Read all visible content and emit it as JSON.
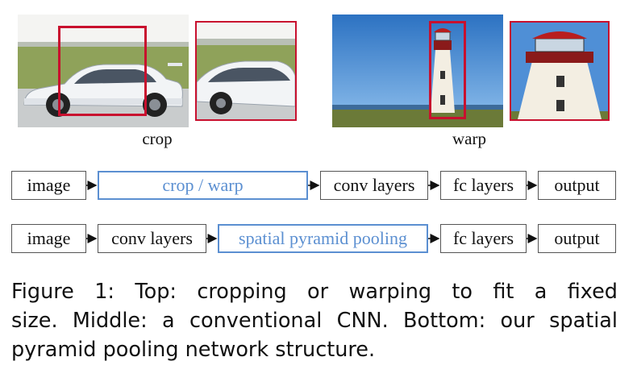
{
  "top": {
    "crop_label": "crop",
    "warp_label": "warp"
  },
  "pipeline_middle": {
    "image": "image",
    "crop_warp": "crop / warp",
    "conv": "conv layers",
    "fc": "fc layers",
    "output": "output"
  },
  "pipeline_bottom": {
    "image": "image",
    "conv": "conv layers",
    "spp": "spatial pyramid pooling",
    "fc": "fc layers",
    "output": "output"
  },
  "caption": {
    "line1": "Figure 1: Top: cropping or warping to fit a fixed",
    "line2": "size. Middle: a conventional CNN. Bottom: our spatial",
    "line3": "pyramid pooling network structure."
  },
  "colors": {
    "highlight_blue": "#5b8fd1",
    "crop_red": "#c8102e"
  }
}
